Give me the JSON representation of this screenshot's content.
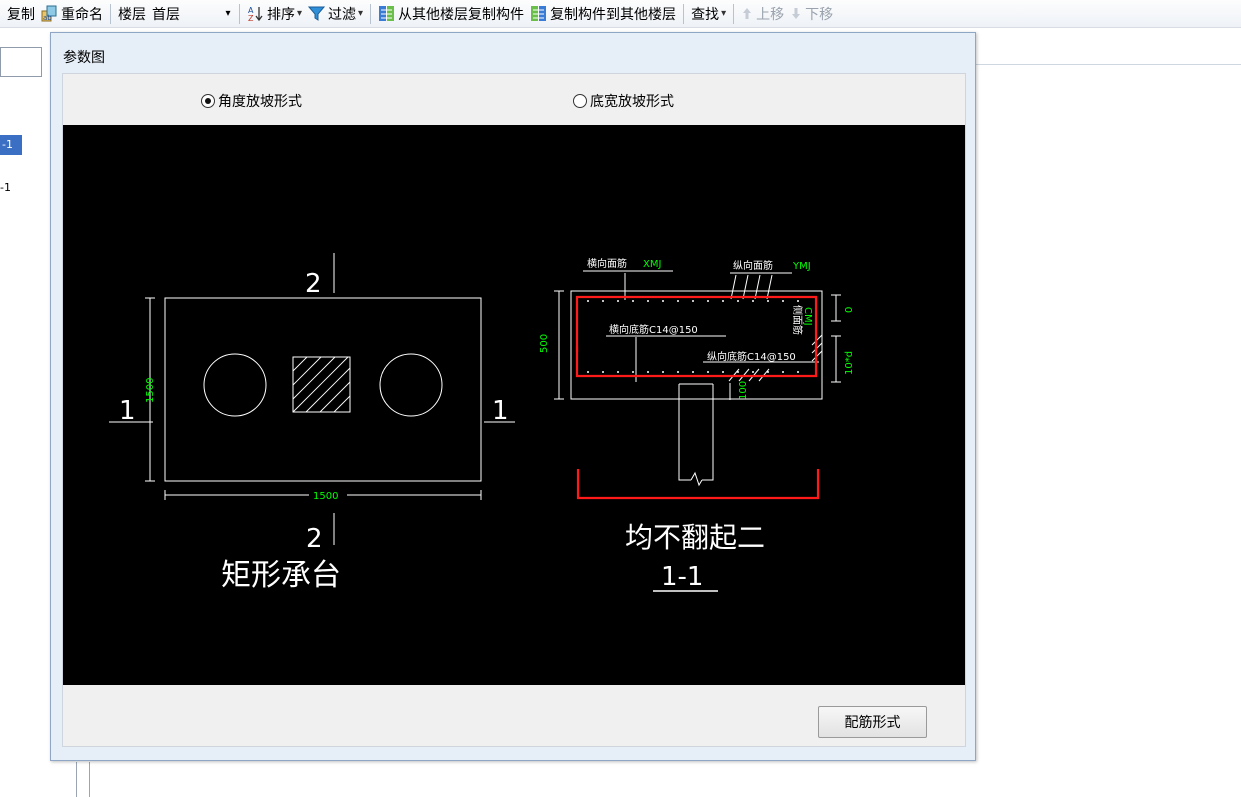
{
  "toolbar": {
    "copy": "复制",
    "rename": "重命名",
    "floor_label": "楼层",
    "floor_value": "首层",
    "sort": "排序",
    "filter": "过滤",
    "copy_from_floor": "从其他楼层复制构件",
    "copy_to_floor": "复制构件到其他楼层",
    "find": "查找",
    "move_up": "上移",
    "move_down": "下移"
  },
  "left": {
    "row_selected": "-1",
    "row2": "-1"
  },
  "dialog": {
    "title": "参数图",
    "radio_angle": "角度放坡形式",
    "radio_bottom": "底宽放坡形式",
    "selected": "angle",
    "button": "配筋形式"
  },
  "drawing": {
    "plan_section_top": "2",
    "plan_section_bottom": "2",
    "plan_section_left": "1",
    "plan_section_right": "1",
    "plan_dim_h": "1500",
    "plan_dim_w": "1500",
    "plan_title": "矩形承台",
    "sec_top_h_label": "横向面筋",
    "sec_top_h_code": "XMJ",
    "sec_top_v_label": "纵向面筋",
    "sec_top_v_code": "YMJ",
    "sec_bot_h": "横向底筋C14@150",
    "sec_bot_v": "纵向底筋C14@150",
    "sec_side_label": "侧面筋",
    "sec_side_code": "CMJ",
    "sec_dim_height": "500",
    "sec_dim_zero": "0",
    "sec_dim_10d": "10*d",
    "sec_dim_100": "100",
    "sec_title": "均不翻起二",
    "sec_subtitle": "1-1",
    "colors": {
      "line": "#ffffff",
      "dim": "#00ff00",
      "rebar": "#ff0000"
    }
  }
}
